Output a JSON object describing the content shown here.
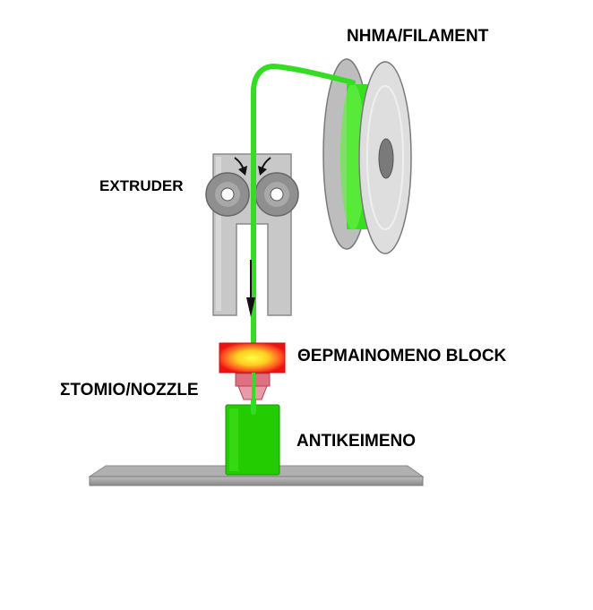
{
  "labels": {
    "filament": "ΝΗΜΑ/FILAMENT",
    "extruder": "EXTRUDER",
    "heated_block": "ΘΕΡΜΑΙΝΟΜΕΝΟ BLOCK",
    "nozzle": "ΣΤΟΜΙΟ/NOZZLE",
    "object": "ΑΝΤΙΚΕΙΜΕΝΟ"
  },
  "colors": {
    "filament": "#33dd22",
    "object": "#22cc00",
    "extruder_frame": "#c8c8c8",
    "gear": "#8f8f8f",
    "spool": "#d8d8d8",
    "heater_outer": "#ee1111",
    "heater_inner": "#ffee33",
    "nozzle": "#e07080",
    "bed": "#a9a9a9"
  }
}
